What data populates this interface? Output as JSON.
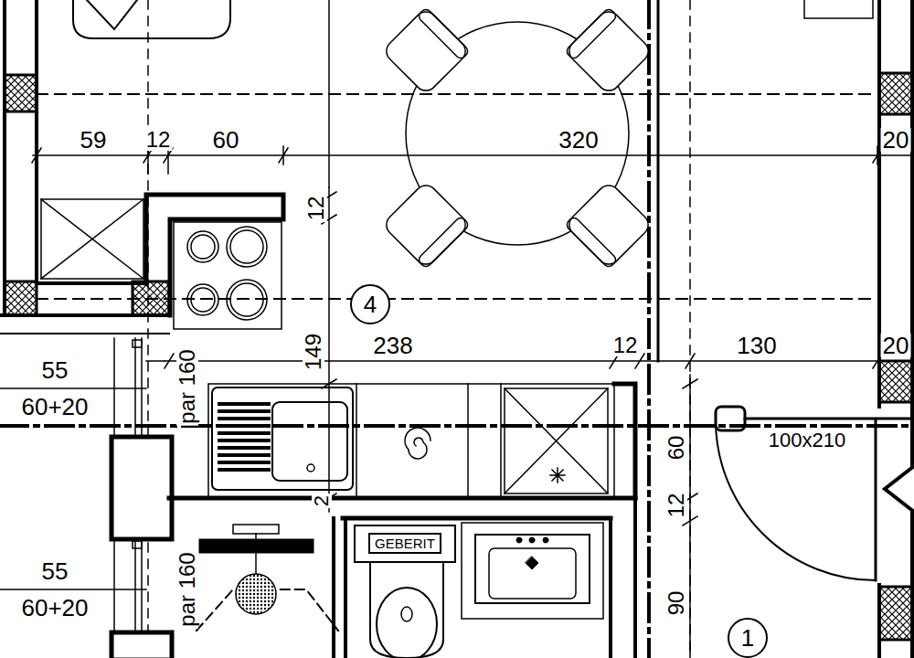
{
  "diagram": {
    "nodes": [
      {
        "text": [
          "4"
        ]
      },
      {
        "text": [
          "GEBERIT"
        ]
      },
      {
        "text": [
          "1"
        ]
      }
    ],
    "labels": [
      "59",
      "12",
      "60",
      "320",
      "20",
      "12",
      "238",
      "12",
      "130",
      "20",
      "55",
      "60+20",
      "par 160",
      "149",
      "60",
      "100x210",
      "2",
      "12",
      "55",
      "60+20",
      "par 160",
      "90"
    ]
  }
}
